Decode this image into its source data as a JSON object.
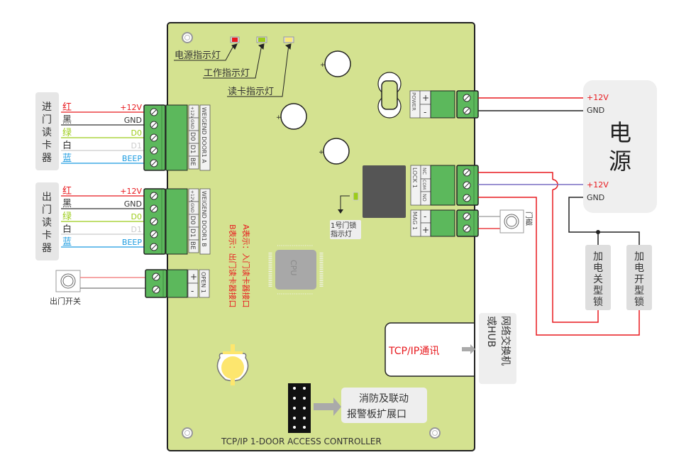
{
  "board": {
    "title": "TCP/IP 1-DOOR ACCESS CONTROLLER",
    "cpu_label": "CPU",
    "colors": {
      "pcb": "#d4e290",
      "terminal": "#5cb85c",
      "terminal_dark": "#3f9a3f"
    }
  },
  "leds": [
    {
      "label": "电源指示灯",
      "color": "#e8191e"
    },
    {
      "label": "工作指示灯",
      "color": "#9ccc1a"
    },
    {
      "label": "读卡指示灯",
      "color": "#fbe97b"
    }
  ],
  "reader_in": {
    "title": "进门读卡器",
    "port_label": "WEIGEND DOOR1  A",
    "pins": [
      "+12V",
      "GND",
      "D0",
      "D1",
      "BE"
    ],
    "wires": [
      {
        "color_name": "红",
        "signal": "+12V",
        "color": "#e8191e"
      },
      {
        "color_name": "黑",
        "signal": "GND",
        "color": "#333333"
      },
      {
        "color_name": "绿",
        "signal": "D0",
        "color": "#9ccc1a"
      },
      {
        "color_name": "白",
        "signal": "D1",
        "color": "#cccccc"
      },
      {
        "color_name": "蓝",
        "signal": "BEEP",
        "color": "#1a9be0"
      }
    ]
  },
  "reader_out": {
    "title": "出门读卡器",
    "port_label": "WEIGEND DOOR1  B",
    "pins": [
      "+12V",
      "GND",
      "D0",
      "D1",
      "BE"
    ],
    "wires": [
      {
        "color_name": "红",
        "signal": "+12V",
        "color": "#e8191e"
      },
      {
        "color_name": "黑",
        "signal": "GND",
        "color": "#333333"
      },
      {
        "color_name": "绿",
        "signal": "D0",
        "color": "#9ccc1a"
      },
      {
        "color_name": "白",
        "signal": "D1",
        "color": "#cccccc"
      },
      {
        "color_name": "蓝",
        "signal": "BEEP",
        "color": "#1a9be0"
      }
    ]
  },
  "exit_button": {
    "label": "出门开关",
    "port_label": "OPEN 1",
    "pins": [
      "+",
      "-"
    ]
  },
  "legend": {
    "a": "A表示：入门读卡器接口",
    "b": "B表示：出门读卡器接口"
  },
  "power_port": {
    "label": "POWER",
    "pins": [
      "+",
      "-"
    ]
  },
  "lock_port": {
    "label": "LOCK 1",
    "pins": [
      "NC",
      "COM",
      "NO"
    ],
    "indicator_label": [
      "1号门锁",
      "指示灯"
    ]
  },
  "mag_port": {
    "label": "MAG 1",
    "pins": [
      "-",
      "+"
    ],
    "sensor_label": "门磁"
  },
  "power_supply": {
    "title": "电源",
    "top_pos": "+12V",
    "top_gnd": "GND",
    "bottom_pos": "+12V",
    "bottom_gnd": "GND"
  },
  "locks": [
    {
      "label": "加电关型锁"
    },
    {
      "label": "加电开型锁"
    }
  ],
  "tcpip": {
    "label": "TCP/IP通讯",
    "target": [
      "网络交换机",
      "或HUB"
    ]
  },
  "expansion": {
    "label": [
      "消防及联动",
      "报警板扩展口"
    ]
  }
}
